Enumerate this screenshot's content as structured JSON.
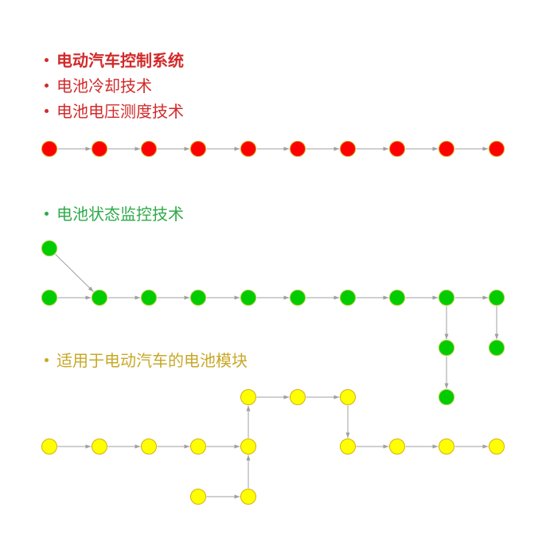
{
  "colors": {
    "red": "#ff0000",
    "red_stroke": "#d4a017",
    "red_text": "#d22a2a",
    "green": "#00cc00",
    "green_stroke": "#9acd32",
    "green_text": "#2eaa4a",
    "yellow": "#ffff00",
    "yellow_stroke": "#d4b000",
    "yellow_text": "#c8a828",
    "edge": "#a0a0a0"
  },
  "groups": {
    "red": {
      "labels": [
        "电动汽车控制系统",
        "电池冷却技术",
        "电池电压测度技术"
      ]
    },
    "green": {
      "labels": [
        "电池状态监控技术"
      ]
    },
    "yellow": {
      "labels": [
        "适用于电动汽车的电池模块"
      ]
    }
  }
}
